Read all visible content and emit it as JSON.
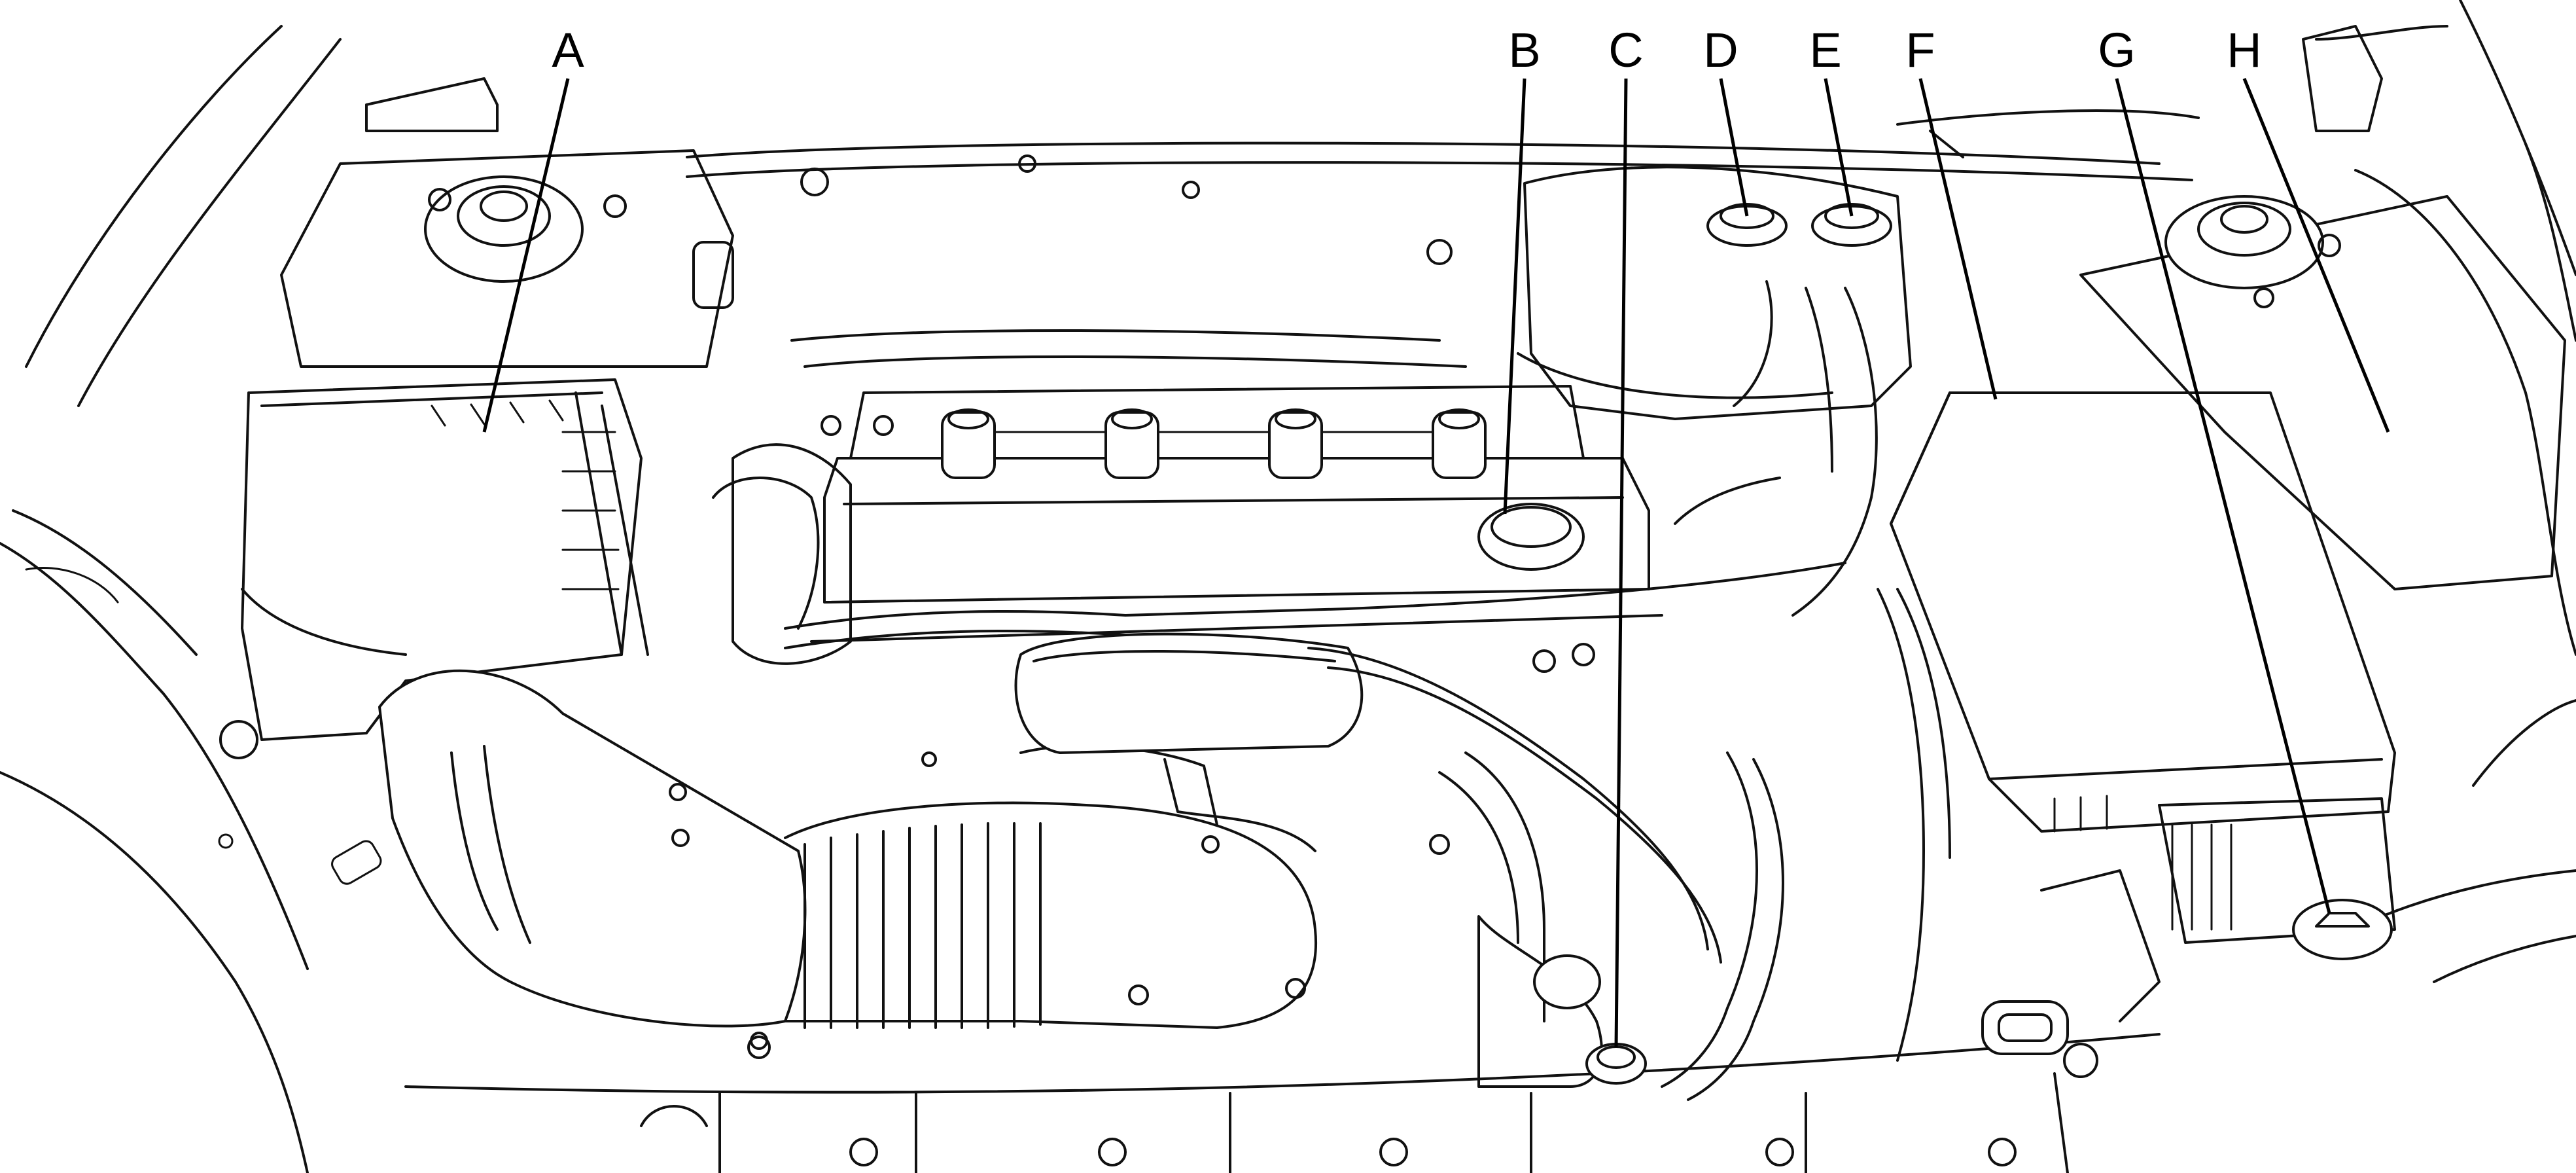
{
  "callouts": [
    {
      "id": "A",
      "label": "A"
    },
    {
      "id": "B",
      "label": "B"
    },
    {
      "id": "C",
      "label": "C"
    },
    {
      "id": "D",
      "label": "D"
    },
    {
      "id": "E",
      "label": "E"
    },
    {
      "id": "F",
      "label": "F"
    },
    {
      "id": "G",
      "label": "G"
    },
    {
      "id": "H",
      "label": "H"
    }
  ],
  "colors": {
    "line": "#111111",
    "background": "#ffffff"
  }
}
